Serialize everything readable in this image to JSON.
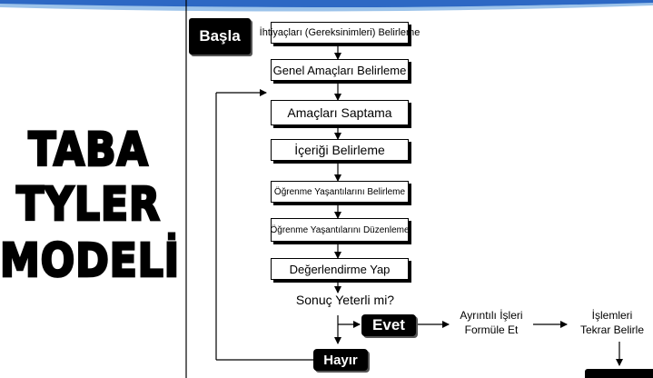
{
  "title": [
    "TABA",
    "TYLER",
    "MODELİ"
  ],
  "start_label": "Başla",
  "steps": [
    "İhtiyaçları (Gereksinimleri) Belirleme",
    "Genel Amaçları Belirleme",
    "Amaçları Saptama",
    "İçeriği Belirleme",
    "Öğrenme Yaşantılarını Belirleme",
    "Öğrenme Yaşantılarını Düzenleme",
    "Değerlendirme Yap"
  ],
  "decision": "Sonuç Yeterli mi?",
  "yes_label": "Evet",
  "no_label": "Hayır",
  "yes_step_1": [
    "Ayrıntılı İşleri",
    "Formüle Et"
  ],
  "yes_step_2": [
    "İşlemleri",
    "Tekrar Belirle"
  ],
  "colors": {
    "header_blue": "#2d68c4",
    "header_light": "#9cc3ea"
  }
}
